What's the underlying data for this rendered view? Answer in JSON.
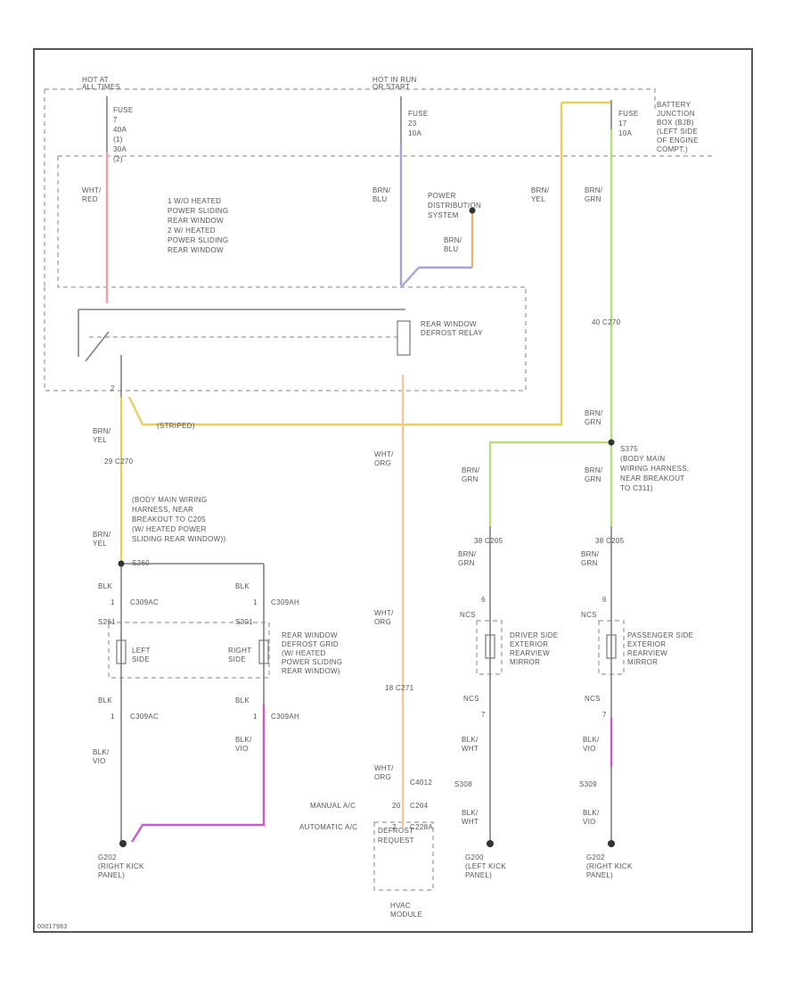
{
  "diagram": {
    "sources": {
      "hot_left": [
        "HOT AT",
        "ALL TIMES"
      ],
      "hot_mid": [
        "HOT IN RUN",
        "OR START"
      ],
      "battery_junction_box": [
        "BATTERY",
        "JUNCTION",
        "BOX (BJB)",
        "(LEFT SIDE",
        "OF ENGINE",
        "COMPT.)"
      ]
    },
    "fuses": {
      "left": [
        "FUSE",
        "7",
        "40A",
        "(1)",
        "30A",
        "(2)"
      ],
      "mid": [
        "FUSE",
        "23",
        "10A"
      ],
      "right": [
        "FUSE",
        "17",
        "10A"
      ]
    },
    "notes": [
      "1  W/O HEATED",
      "POWER SLIDING",
      "REAR WINDOW",
      "2  W/ HEATED",
      "POWER SLIDING",
      "REAR WINDOW"
    ],
    "power_distribution": [
      "POWER",
      "DISTRIBUTION",
      "SYSTEM"
    ],
    "relay": [
      "REAR WINDOW",
      "DEFROST RELAY"
    ],
    "wires": {
      "wht_red": [
        "WHT/",
        "RED"
      ],
      "brn_blu": [
        "BRN/",
        "BLU"
      ],
      "brn_blu_pds": [
        "BRN/",
        "BLU"
      ],
      "brn_yel_top": [
        "BRN/",
        "YEL"
      ],
      "brn_grn_top": [
        "BRN/",
        "GRN"
      ],
      "brn_grn_splice": [
        "BRN/",
        "GRN"
      ],
      "brn_yel_left": [
        "BRN/",
        "YEL"
      ],
      "brn_yel_left2": [
        "BRN/",
        "YEL"
      ],
      "wht_org_1": [
        "WHT/",
        "ORG"
      ],
      "wht_org_2": [
        "WHT/",
        "ORG"
      ],
      "brn_grn_mid": [
        "BRN/",
        "GRN"
      ],
      "brn_grn_right": [
        "BRN/",
        "GRN"
      ],
      "brn_grn_d1": [
        "BRN/",
        "GRN"
      ],
      "brn_grn_p1": [
        "BRN/",
        "GRN"
      ],
      "blk_l1": "BLK",
      "blk_r1": "BLK",
      "blk_l2": "BLK",
      "blk_r2": "BLK",
      "blk_vio_l": [
        "BLK/",
        "VIO"
      ],
      "blk_vio_r": [
        "BLK/",
        "VIO"
      ],
      "blk_wht_d": [
        "BLK/",
        "WHT"
      ],
      "blk_vio_p": [
        "BLK/",
        "VIO"
      ],
      "blk_wht_d2": [
        "BLK/",
        "WHT"
      ],
      "blk_vio_p2": [
        "BLK/",
        "VIO"
      ],
      "wht_org_3": [
        "WHT/",
        "ORG"
      ]
    },
    "connectors": {
      "c270_right": "40  C270",
      "c270_left": "29  C270",
      "c271": "18  C271",
      "c205_d": "38   C205",
      "c205_p": "38   C205",
      "c309ac_top": "C309AC",
      "c309ah_top": "C309AH",
      "c309ac_bot": "C309AC",
      "c309ah_bot": "C309AH",
      "c4012": "C4012",
      "c204": "C204",
      "c228a": "C228A",
      "pin1_tl": "1",
      "pin1_tr": "1",
      "pin1_bl": "1",
      "pin1_br": "1",
      "pin6_d": "6",
      "pin6_p": "6",
      "pin7_d": "7",
      "pin7_p": "7",
      "pin20": "20",
      "pin2_hvac": "2",
      "pin2_relay": "2"
    },
    "stripes": "(STRIPED)",
    "splices": {
      "s375": [
        "S375",
        "(BODY MAIN",
        "WIRING HARNESS,",
        "NEAR BREAKOUT",
        "TO C311)"
      ],
      "s260": "S260",
      "s261": "S261",
      "s301": "S301",
      "s308": "S308",
      "s309": "S309",
      "main_harness": [
        "(BODY MAIN WIRING",
        "HARNESS, NEAR",
        "BREAKOUT TO C205",
        "(W/ HEATED POWER",
        "SLIDING REAR WINDOW))"
      ]
    },
    "defrost_grid": [
      "REAR WINDOW",
      "DEFROST GRID",
      "(W/ HEATED",
      "POWER SLIDING",
      "REAR WINDOW)"
    ],
    "grid_left": [
      "LEFT",
      "SIDE"
    ],
    "grid_right": [
      "RIGHT",
      "SIDE"
    ],
    "mirror_driver": [
      "DRIVER SIDE",
      "EXTERIOR",
      "REARVIEW",
      "MIRROR"
    ],
    "mirror_pass": [
      "PASSENGER SIDE",
      "EXTERIOR",
      "REARVIEW",
      "MIRROR"
    ],
    "ncs": [
      "NCS",
      "NCS",
      "NCS",
      "NCS"
    ],
    "hvac_options": [
      "MANUAL A/C",
      "AUTOMATIC A/C"
    ],
    "hvac_module": [
      "DEFROST",
      "REQUEST"
    ],
    "hvac_name": [
      "HVAC",
      "MODULE"
    ],
    "grounds": {
      "g202_left": [
        "G202",
        "(RIGHT KICK",
        "PANEL)"
      ],
      "g200": [
        "G200",
        "(LEFT KICK",
        "PANEL)"
      ],
      "g202_right": [
        "G202",
        "(RIGHT KICK",
        "PANEL)"
      ]
    },
    "figure_id": "00017983",
    "colors": {
      "wht_red": "#f0a0a8",
      "brn_blu": "#a9a2d6",
      "brn_yel": "#e6cf5a",
      "brn_grn": "#b9dc7a",
      "wht_org": "#f5c9a0",
      "blk_vio": "#c85bc8",
      "orange_tan": "#e3b66a"
    }
  }
}
